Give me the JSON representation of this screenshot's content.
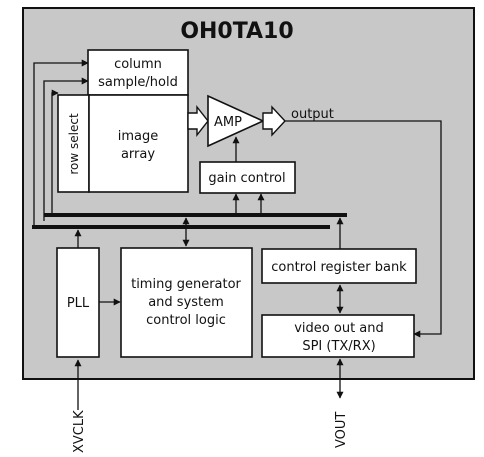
{
  "diagram": {
    "title": "OH0TA10",
    "blocks": {
      "column": [
        "column",
        "sample/hold"
      ],
      "row_select": "row select",
      "image_array": [
        "image",
        "array"
      ],
      "amp": "AMP",
      "output": "output",
      "gain": "gain control",
      "pll": "PLL",
      "timing": [
        "timing generator",
        "and system",
        "control logic"
      ],
      "control_reg": "control register bank",
      "video": [
        "video out and",
        "SPI (TX/RX)"
      ]
    },
    "pins": {
      "xvclk": "XVCLK",
      "vout": "VOUT"
    },
    "colors": {
      "chip_fill": "#c8c8c8",
      "block_fill": "#ffffff",
      "line": "#111111"
    }
  }
}
